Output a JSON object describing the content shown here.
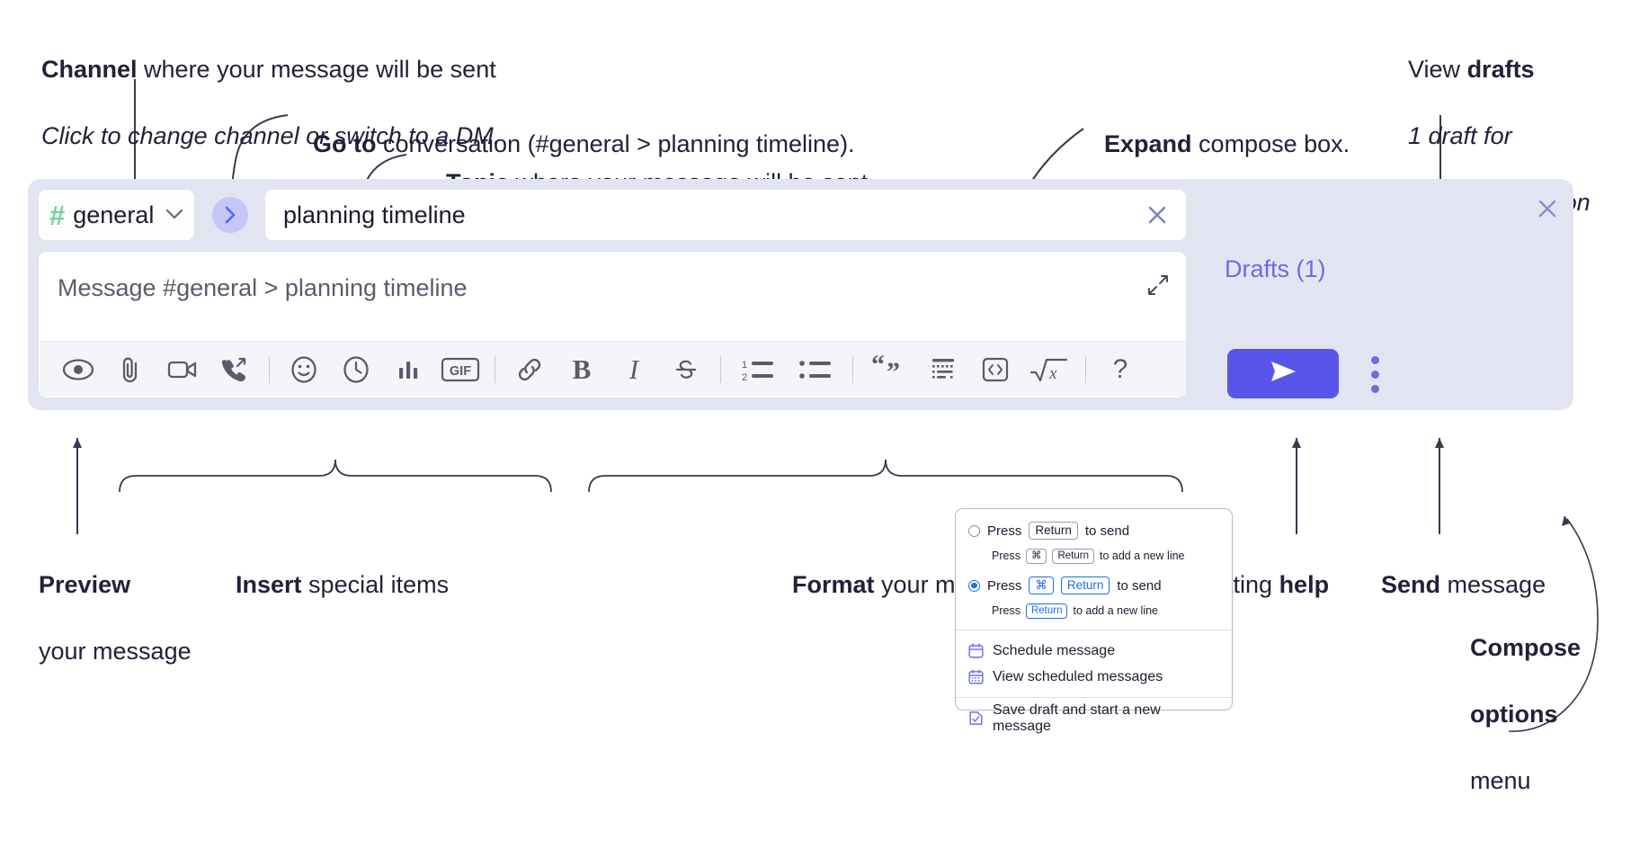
{
  "annotations": {
    "channel": {
      "line1_bold": "Channel",
      "line1_rest": " where your message will be sent",
      "line2_italic": "Click to change channel or switch to a DM."
    },
    "goto": {
      "bold": "Go to",
      "rest": " conversation (#general > planning timeline)."
    },
    "topic": {
      "bold": "Topic",
      "rest": " where your message will be sent"
    },
    "expand": {
      "bold": "Expand",
      "rest": " compose box."
    },
    "drafts": {
      "line1_rest": "View ",
      "line1_bold": "drafts",
      "line2_italic": "1 draft for",
      "line3_italic": "this conversation"
    },
    "preview": {
      "bold": "Preview",
      "line2": "your message"
    },
    "insert": {
      "bold": "Insert",
      "rest": " special items"
    },
    "format": {
      "bold": "Format",
      "rest": " your message"
    },
    "help": {
      "rest": "Formatting ",
      "bold": "help"
    },
    "send": {
      "bold": "Send",
      "rest": " message"
    },
    "compose_options": {
      "line1": "Compose",
      "line2": "options",
      "line3": "menu"
    }
  },
  "compose": {
    "channel_icon": "hash-icon",
    "channel_name": "general",
    "chevron": "chevron-down-icon",
    "goto_icon": "chevron-right-icon",
    "topic_value": "planning timeline",
    "topic_clear_icon": "close-icon",
    "message_placeholder": "Message #general > planning timeline",
    "expand_icon": "expand-icon",
    "close_icon": "close-icon",
    "drafts_label": "Drafts (1)",
    "send_icon": "send-icon",
    "kebab_icon": "more-vertical-icon",
    "toolbar": [
      {
        "name": "preview-icon",
        "kind": "svg"
      },
      {
        "name": "attachment-icon",
        "kind": "svg"
      },
      {
        "name": "video-icon",
        "kind": "svg"
      },
      {
        "name": "call-icon",
        "kind": "svg"
      },
      {
        "name": "separator",
        "kind": "sep"
      },
      {
        "name": "emoji-icon",
        "kind": "svg"
      },
      {
        "name": "clock-icon",
        "kind": "svg"
      },
      {
        "name": "poll-icon",
        "kind": "svg"
      },
      {
        "name": "gif-icon",
        "kind": "svg"
      },
      {
        "name": "separator",
        "kind": "sep"
      },
      {
        "name": "link-icon",
        "kind": "svg"
      },
      {
        "name": "bold-icon",
        "kind": "glyph",
        "glyph": "B"
      },
      {
        "name": "italic-icon",
        "kind": "glyph",
        "glyph": "I"
      },
      {
        "name": "strikethrough-icon",
        "kind": "svg"
      },
      {
        "name": "separator",
        "kind": "sep"
      },
      {
        "name": "ordered-list-icon",
        "kind": "svg"
      },
      {
        "name": "bulleted-list-icon",
        "kind": "svg"
      },
      {
        "name": "separator",
        "kind": "sep"
      },
      {
        "name": "blockquote-icon",
        "kind": "svg"
      },
      {
        "name": "code-block-icon",
        "kind": "svg"
      },
      {
        "name": "inline-code-icon",
        "kind": "svg"
      },
      {
        "name": "math-icon",
        "kind": "svg"
      },
      {
        "name": "separator",
        "kind": "sep"
      },
      {
        "name": "help-icon",
        "kind": "glyph",
        "glyph": "?"
      }
    ]
  },
  "options_menu": {
    "option1": {
      "selected": false,
      "press": "Press",
      "key": "Return",
      "action": "to send",
      "sub_press": "Press",
      "sub_key1": "⌘",
      "sub_key2": "Return",
      "sub_action": "to add a new line"
    },
    "option2": {
      "selected": true,
      "press": "Press",
      "key1": "⌘",
      "key2": "Return",
      "action": "to send",
      "sub_press": "Press",
      "sub_key": "Return",
      "sub_action": "to add a new line"
    },
    "items": [
      {
        "icon": "calendar-icon",
        "label": "Schedule message"
      },
      {
        "icon": "calendar-grid-icon",
        "label": "View scheduled messages"
      },
      {
        "icon": "save-draft-icon",
        "label": "Save draft and start a new message"
      }
    ]
  },
  "colors": {
    "panel_bg": "#e3e4f2",
    "send_purple": "#5856ea",
    "drafts_purple": "#6d6ddb",
    "hash_green": "#6fd19b",
    "goto_lavender": "#c3c6f7",
    "goto_blue": "#4f6ef0",
    "key_blue": "#1a6ef5",
    "text_dark": "#22213a",
    "menu_icon_purple": "#7b7bdd"
  }
}
